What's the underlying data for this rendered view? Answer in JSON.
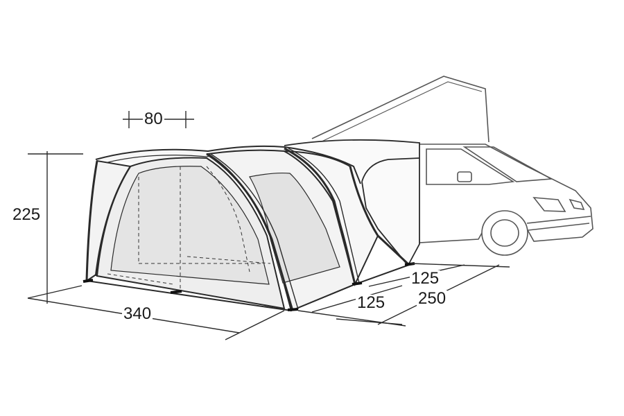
{
  "dimensions": {
    "height": "225",
    "length": "340",
    "width": "250",
    "depth_main": "125",
    "depth_annex": "125",
    "door_width": "80"
  },
  "colors": {
    "line": "#2a2a2a",
    "fill_panel": "#f3f3f3",
    "mesh": "#e6e6e6",
    "ground": "#555555"
  }
}
